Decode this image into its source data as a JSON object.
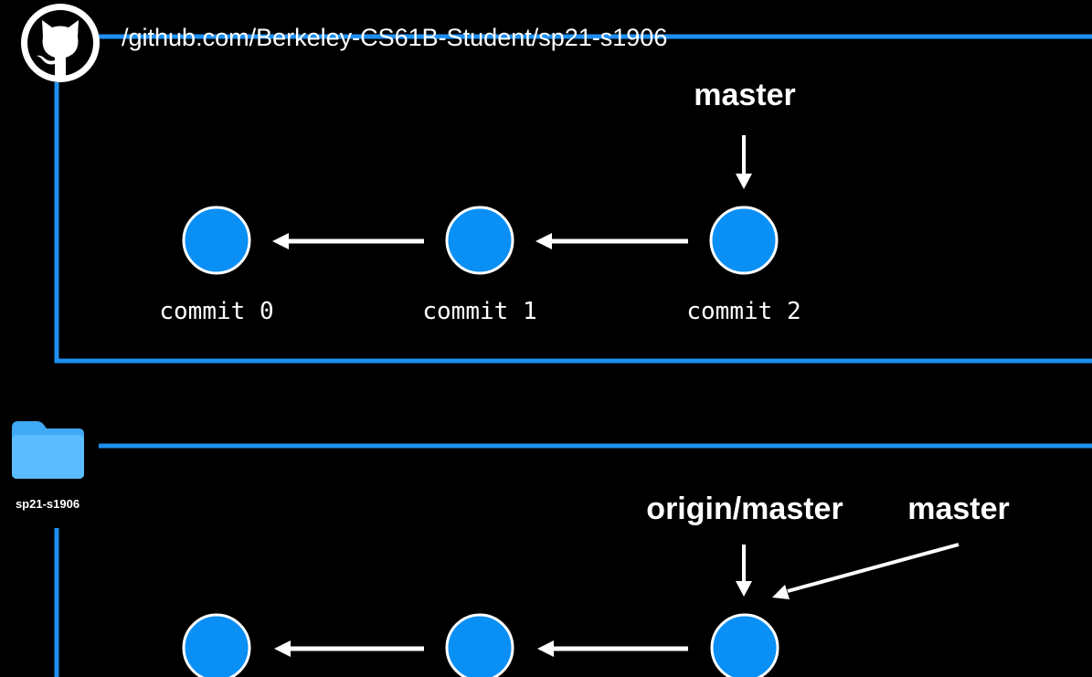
{
  "colors": {
    "background": "#000000",
    "frame_line": "#1e8ff0",
    "commit_fill": "#0a8ff5",
    "commit_stroke": "#ffffff",
    "arrow": "#ffffff",
    "folder": "#3fa9f5"
  },
  "remote": {
    "icon": "github-icon",
    "url": "/github.com/Berkeley-CS61B-Student/sp21-s1906",
    "branch_label": "master",
    "commits": [
      {
        "label": "commit 0"
      },
      {
        "label": "commit 1"
      },
      {
        "label": "commit 2"
      }
    ]
  },
  "local": {
    "icon": "folder-icon",
    "folder_name": "sp21-s1906",
    "remote_branch_label": "origin/master",
    "branch_label": "master"
  }
}
